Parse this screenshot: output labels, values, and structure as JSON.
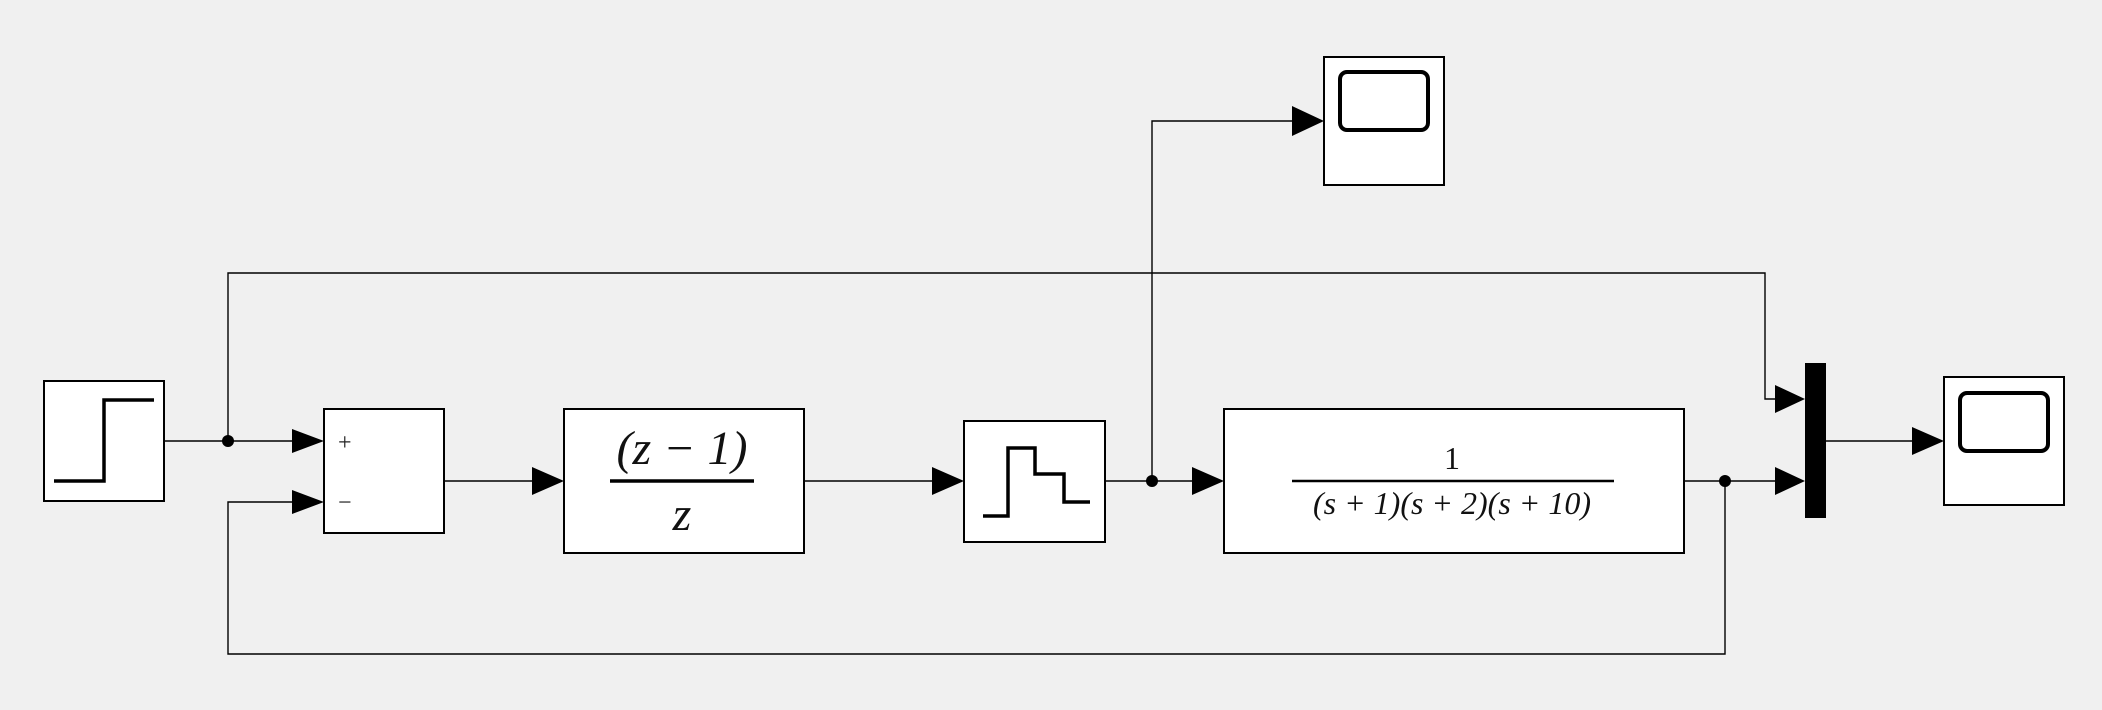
{
  "diagram": {
    "blocks": {
      "step": {
        "icon": "step-icon"
      },
      "sum": {
        "signs": [
          "+",
          "−"
        ]
      },
      "discrete_tf": {
        "numerator": "(z − 1)",
        "denominator": "z"
      },
      "zoh": {
        "icon": "zero-order-hold-icon"
      },
      "plant_tf": {
        "numerator": "1",
        "denominator": "(s + 1)(s + 2)(s + 10)"
      },
      "mux": {
        "icon": "mux-bar"
      },
      "scope_top": {
        "icon": "scope-icon"
      },
      "scope_right": {
        "icon": "scope-icon"
      }
    },
    "connections": [
      [
        "step",
        "sum.+"
      ],
      [
        "sum",
        "discrete_tf"
      ],
      [
        "discrete_tf",
        "zoh"
      ],
      [
        "zoh",
        "plant_tf"
      ],
      [
        "zoh",
        "scope_top"
      ],
      [
        "step",
        "mux.in1"
      ],
      [
        "plant_tf",
        "mux.in2"
      ],
      [
        "plant_tf",
        "sum.−"
      ],
      [
        "mux",
        "scope_right"
      ]
    ],
    "colors": {
      "background": "#f0f0f0",
      "block_fill": "#ffffff",
      "line": "#000000"
    }
  }
}
